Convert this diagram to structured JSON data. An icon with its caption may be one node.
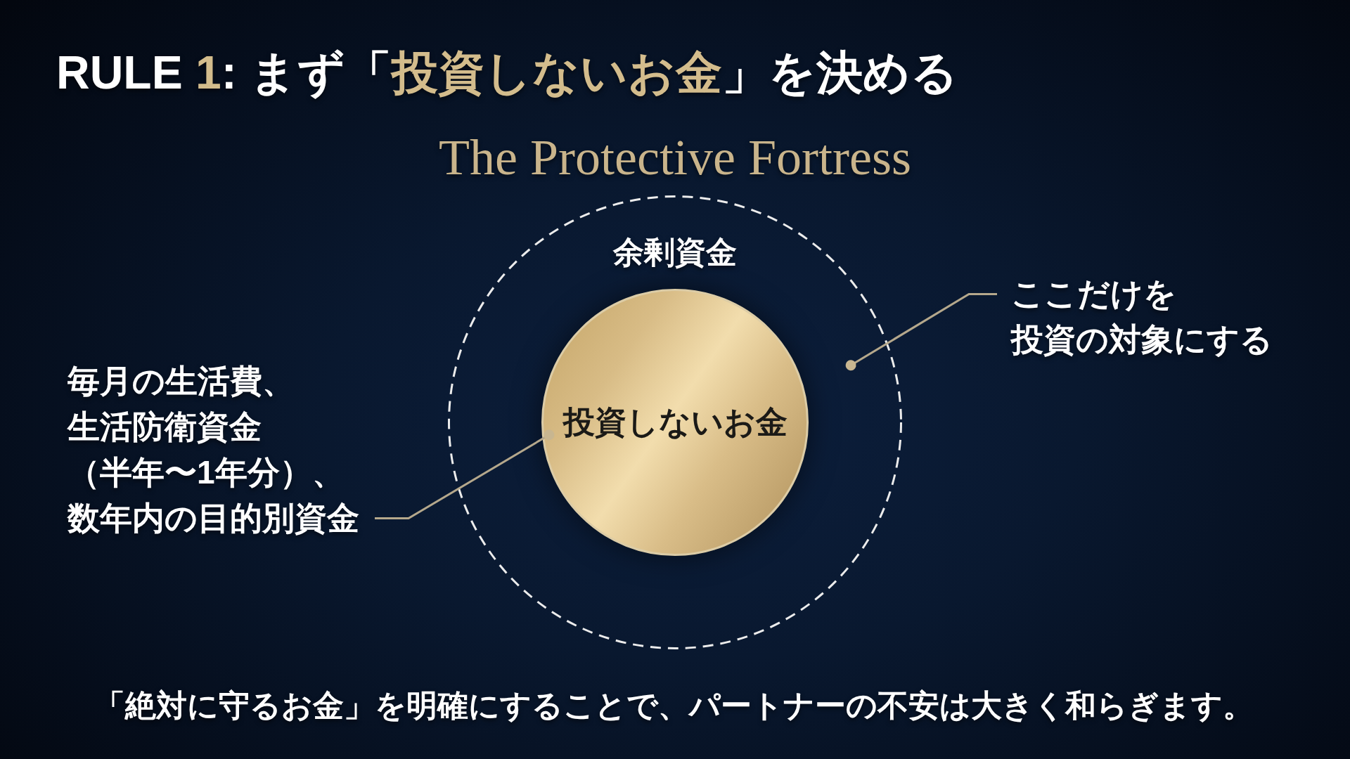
{
  "diagram": {
    "title": "RULE **1**: まず「**投資しないお金**」を決める",
    "caption": "「絶対に守るお金」を明確にすることで、パートナーの不安は大きく和らぎます。",
    "nodes": [
      {
        "text": [
          "余剰資金"
        ]
      },
      {
        "text": [
          "投資しないお金"
        ],
        "in": 0
      },
      {
        "text": [
          "毎月の生活費、生活防衛資金（半年〜1年分）、数年内の目的別資金"
        ]
      },
      {
        "text": [
          "ここだけを投資の対象にする"
        ]
      }
    ],
    "edges": [
      {
        "from": 2,
        "to": 1,
        "arrow": "other"
      },
      {
        "from": 3,
        "to": 0,
        "arrow": "other"
      }
    ],
    "labels": [
      "The Protective Fortress"
    ]
  }
}
